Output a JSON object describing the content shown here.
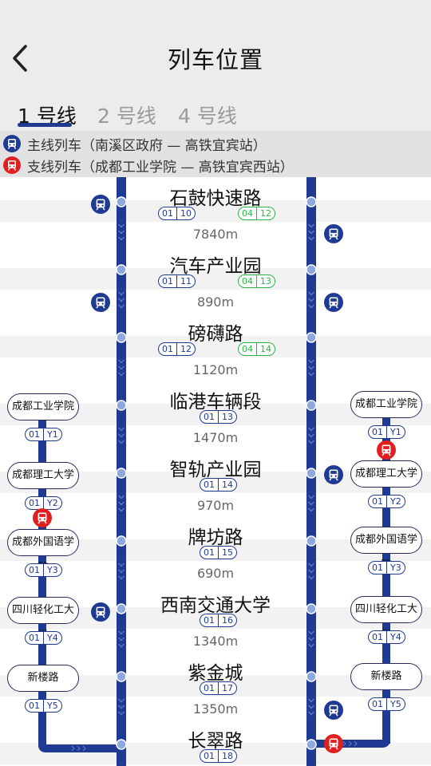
{
  "header": {
    "title": "列车位置",
    "back_icon": "chevron-left-icon"
  },
  "tabs": [
    {
      "label": "1 号线",
      "active": true
    },
    {
      "label": "2 号线",
      "active": false
    },
    {
      "label": "4 号线",
      "active": false
    }
  ],
  "legend": [
    {
      "icon": "blue-train-icon",
      "color": "#1f3a93",
      "text": "主线列车（南溪区政府 — 高铁宜宾站）"
    },
    {
      "icon": "red-train-icon",
      "color": "#e02020",
      "text": "支线列车（成都工业学院 — 高铁宜宾西站）"
    }
  ],
  "colors": {
    "main_line": "#1f3a93",
    "branch_train": "#e02020",
    "transfer_line": "#2fb24a",
    "station_dot": "#7f9fd9"
  },
  "stations": [
    {
      "name": "石鼓快速路",
      "code": [
        "01",
        "10"
      ],
      "transfer": [
        "04",
        "12"
      ]
    },
    {
      "name": "汽车产业园",
      "code": [
        "01",
        "11"
      ],
      "transfer": [
        "04",
        "13"
      ]
    },
    {
      "name": "磅礴路",
      "code": [
        "01",
        "12"
      ],
      "transfer": [
        "04",
        "14"
      ]
    },
    {
      "name": "临港车辆段",
      "code": [
        "01",
        "13"
      ]
    },
    {
      "name": "智轨产业园",
      "code": [
        "01",
        "14"
      ]
    },
    {
      "name": "牌坊路",
      "code": [
        "01",
        "15"
      ]
    },
    {
      "name": "西南交通大学",
      "code": [
        "01",
        "16"
      ]
    },
    {
      "name": "紫金城",
      "code": [
        "01",
        "17"
      ]
    },
    {
      "name": "长翠路",
      "code": [
        "01",
        "18"
      ]
    }
  ],
  "distances": [
    "7840m",
    "890m",
    "1120m",
    "1470m",
    "970m",
    "690m",
    "1340m",
    "1350m"
  ],
  "branch": [
    {
      "name": "成都工业学院",
      "code": [
        "01",
        "Y1"
      ]
    },
    {
      "name": "成都理工大学",
      "code": [
        "01",
        "Y2"
      ]
    },
    {
      "name": "成都外国语学院",
      "code": [
        "01",
        "Y3"
      ]
    },
    {
      "name": "四川轻化工大学",
      "code": [
        "01",
        "Y4"
      ]
    },
    {
      "name": "新楼路",
      "code": [
        "01",
        "Y5"
      ]
    }
  ]
}
